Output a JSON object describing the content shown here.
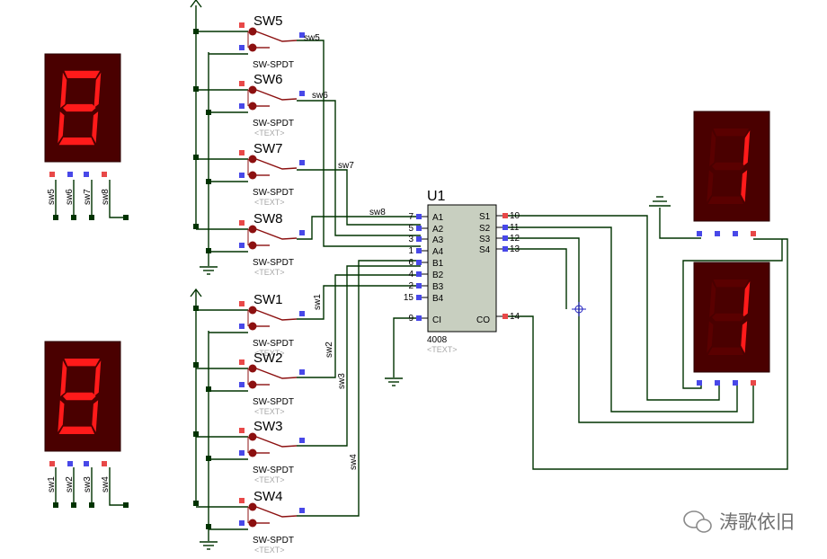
{
  "colors": {
    "wire": "#003300",
    "pin_high": "#e84848",
    "pin_low": "#4848e8",
    "led_on": "#ff1a1a",
    "led_off": "#5a0000",
    "display_body": "#4a0000",
    "switch": "#8c1010",
    "chip_fill": "#c8cfc0",
    "text_gray": "#a8a8a8"
  },
  "switches": [
    {
      "name": "SW5",
      "type": "SW-SPDT",
      "text": "",
      "net": "sw5"
    },
    {
      "name": "SW6",
      "type": "SW-SPDT",
      "text": "<TEXT>",
      "net": "sw6"
    },
    {
      "name": "SW7",
      "type": "SW-SPDT",
      "text": "<TEXT>",
      "net": "sw7"
    },
    {
      "name": "SW8",
      "type": "SW-SPDT",
      "text": "<TEXT>",
      "net": "sw8"
    },
    {
      "name": "SW1",
      "type": "SW-SPDT",
      "text": "<TEXT>",
      "net": "sw1"
    },
    {
      "name": "SW2",
      "type": "SW-SPDT",
      "text": "<TEXT>",
      "net": "sw2"
    },
    {
      "name": "SW3",
      "type": "SW-SPDT",
      "text": "<TEXT>",
      "net": "sw3"
    },
    {
      "name": "SW4",
      "type": "SW-SPDT",
      "text": "<TEXT>",
      "net": "sw4"
    }
  ],
  "chip": {
    "name": "U1",
    "part": "4008",
    "text": "<TEXT>",
    "left_pins": [
      {
        "label": "A1",
        "num": "7"
      },
      {
        "label": "A2",
        "num": "5"
      },
      {
        "label": "A3",
        "num": "3"
      },
      {
        "label": "A4",
        "num": "1"
      },
      {
        "label": "B1",
        "num": "6"
      },
      {
        "label": "B2",
        "num": "4"
      },
      {
        "label": "B3",
        "num": "2"
      },
      {
        "label": "B4",
        "num": "15"
      }
    ],
    "right_pins": [
      {
        "label": "S1",
        "num": "10"
      },
      {
        "label": "S2",
        "num": "11"
      },
      {
        "label": "S3",
        "num": "12"
      },
      {
        "label": "S4",
        "num": "13"
      }
    ],
    "ci": {
      "label": "CI",
      "num": "9"
    },
    "co": {
      "label": "CO",
      "num": "14"
    }
  },
  "displays": {
    "top_left_pins": [
      "sw5",
      "sw6",
      "sw7",
      "sw8"
    ],
    "bottom_left_pins": [
      "sw1",
      "sw2",
      "sw3",
      "sw4"
    ]
  },
  "watermark": "涛歌依旧"
}
